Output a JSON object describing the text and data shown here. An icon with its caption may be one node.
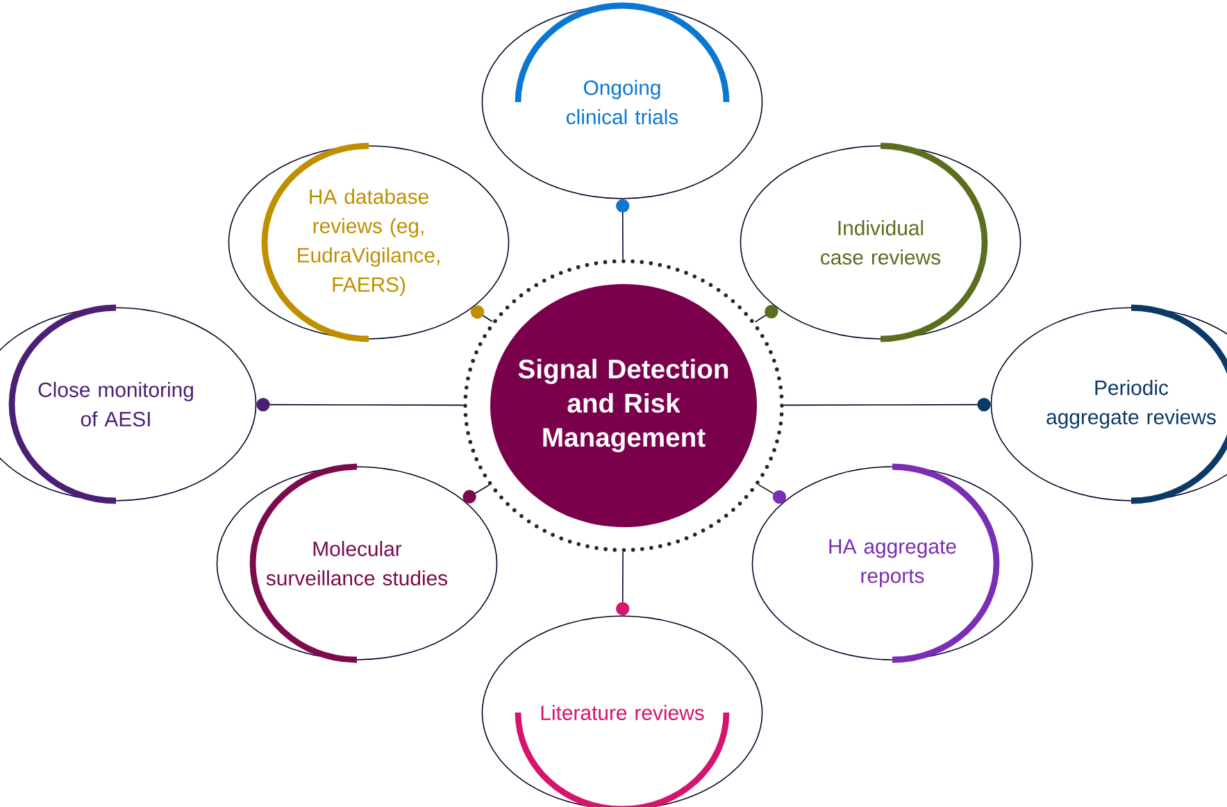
{
  "diagram": {
    "nodes": [
      {
        "text": [
          "Ongoing clinical trials"
        ]
      },
      {
        "text": [
          "HA database reviews (eg, EudraVigilance, FAERS)"
        ]
      },
      {
        "text": [
          "Individual case reviews"
        ]
      },
      {
        "text": [
          "Close monitoring of AESI"
        ]
      },
      {
        "text": [
          "Signal Detection and Risk Management"
        ]
      },
      {
        "text": [
          "Periodic aggregate reviews"
        ]
      },
      {
        "text": [
          "Molecular surveillance studies"
        ]
      },
      {
        "text": [
          "HA aggregate reports"
        ]
      },
      {
        "text": [
          "Literature reviews"
        ]
      }
    ],
    "edges": [
      {
        "from": 4,
        "to": 0,
        "arrow": "other"
      },
      {
        "from": 4,
        "to": 1,
        "arrow": "other"
      },
      {
        "from": 4,
        "to": 2,
        "arrow": "other"
      },
      {
        "from": 4,
        "to": 3,
        "arrow": "other"
      },
      {
        "from": 4,
        "to": 5,
        "arrow": "other"
      },
      {
        "from": 4,
        "to": 6,
        "arrow": "other"
      },
      {
        "from": 4,
        "to": 7,
        "arrow": "other"
      },
      {
        "from": 4,
        "to": 8,
        "arrow": "other"
      }
    ]
  }
}
